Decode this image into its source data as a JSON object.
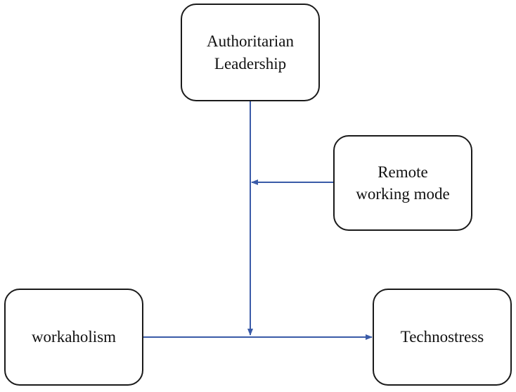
{
  "nodes": {
    "leadership": {
      "lines": [
        "Authoritarian",
        "Leadership"
      ]
    },
    "remote": {
      "lines": [
        "Remote",
        "working mode"
      ]
    },
    "workaholism": {
      "lines": [
        "workaholism"
      ]
    },
    "technostress": {
      "lines": [
        "Technostress"
      ]
    }
  },
  "edges": [
    {
      "from": "workaholism",
      "to": "technostress",
      "type": "direct-effect"
    },
    {
      "from": "leadership",
      "to": "workaholism-technostress-path",
      "type": "moderation"
    },
    {
      "from": "remote",
      "to": "leadership-moderation-path",
      "type": "moderation"
    }
  ],
  "colors": {
    "arrow": "#3a5ba8",
    "border": "#1a1a1a",
    "text": "#111111"
  }
}
